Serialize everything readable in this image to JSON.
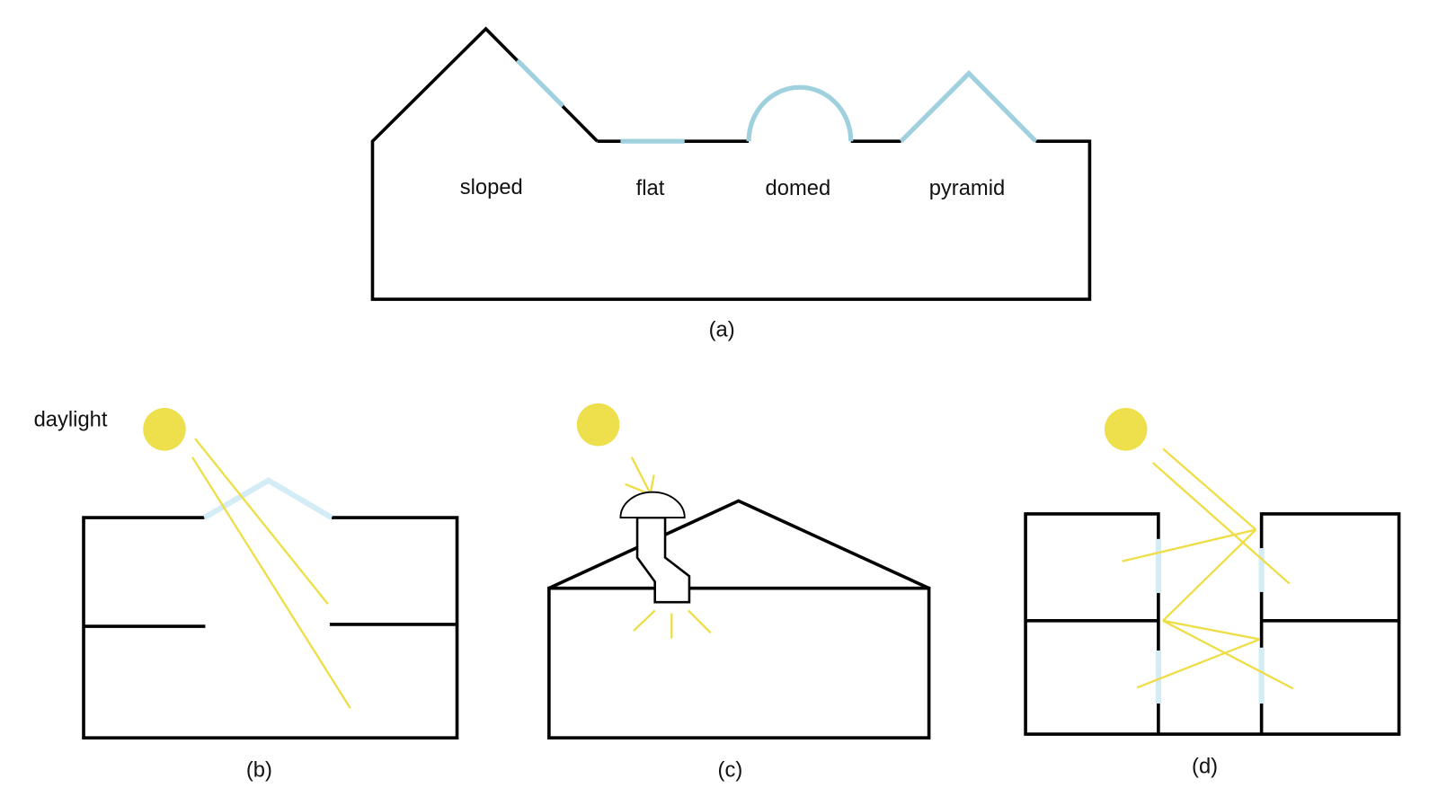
{
  "panel_a": {
    "labels": {
      "sloped": "sloped",
      "flat": "flat",
      "domed": "domed",
      "pyramid": "pyramid"
    },
    "caption": "(a)"
  },
  "panel_b": {
    "daylight": "daylight",
    "caption": "(b)"
  },
  "panel_c": {
    "caption": "(c)"
  },
  "panel_d": {
    "caption": "(d)"
  },
  "colors": {
    "glazing": "#9fd0de",
    "glazing_light": "#d3ecf6",
    "sun": "#eedf4c",
    "ray": "#eedd44",
    "wall": "#000000"
  }
}
